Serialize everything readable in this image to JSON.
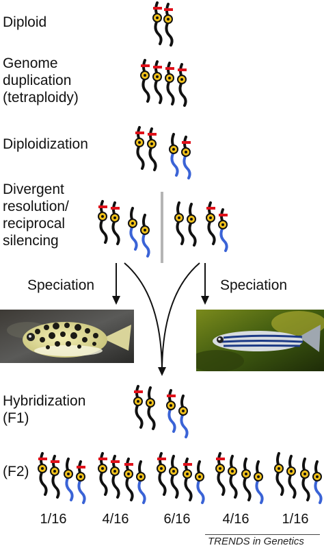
{
  "stages": {
    "diploid": "Diploid",
    "genome_duplication": [
      "Genome",
      "duplication",
      "(tetraploidy)"
    ],
    "diploidization": "Diploidization",
    "divergent_resolution": [
      "Divergent",
      "resolution/",
      "reciprocal",
      "silencing"
    ],
    "speciation_left": "Speciation",
    "speciation_right": "Speciation",
    "hybridization": [
      "Hybridization",
      "(F1)"
    ],
    "f2": "(F2)"
  },
  "ratios": [
    "1/16",
    "4/16",
    "6/16",
    "4/16",
    "1/16"
  ],
  "photos": {
    "left": "spotted-pufferfish-photo",
    "right": "zebrafish-photo"
  },
  "footer": "TRENDS in Genetics",
  "colors": {
    "chromosome": "#111111",
    "silenced_arm": "#3a63d6",
    "centromere_fill": "#f2c21b",
    "gene_mark": "#e0101a",
    "divider": "#b5b5b5"
  }
}
